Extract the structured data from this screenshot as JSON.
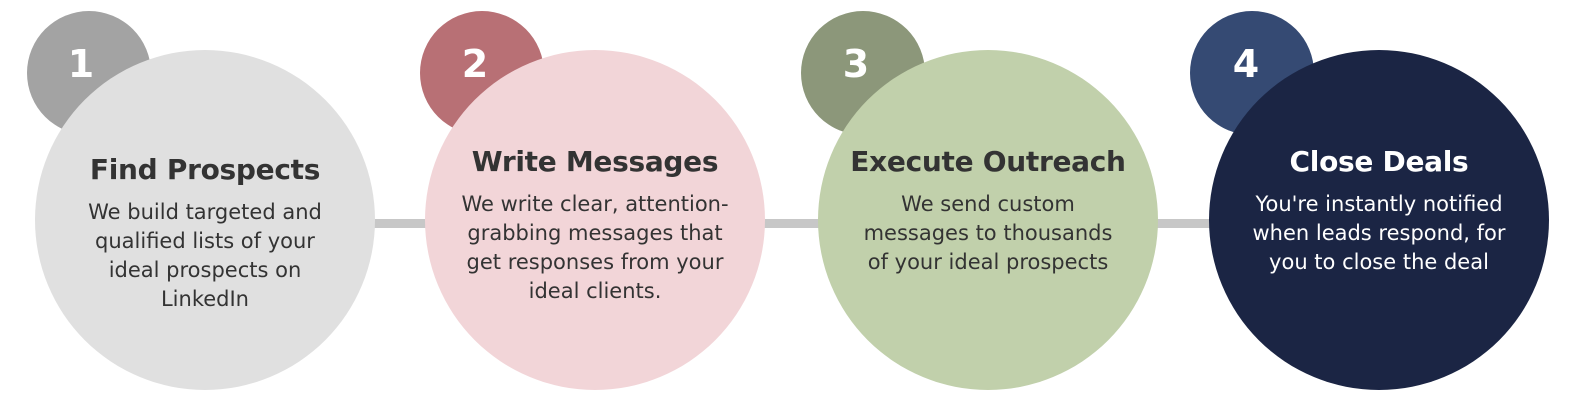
{
  "steps": [
    {
      "number": "1",
      "title": "Find Prospects",
      "lines": [
        "We build targeted and",
        "qualified lists of your",
        "ideal prospects on",
        "LinkedIn"
      ],
      "circle_color": "#e0e0e0",
      "badge_color": "#a3a3a3",
      "text_color": "#333333"
    },
    {
      "number": "2",
      "title": "Write Messages",
      "lines": [
        "We write clear, attention-",
        "grabbing messages that",
        "get responses from your",
        "ideal clients."
      ],
      "circle_color": "#f2d5d8",
      "badge_color": "#b87075",
      "text_color": "#333333"
    },
    {
      "number": "3",
      "title": "Execute Outreach",
      "lines": [
        "We send custom",
        "messages to thousands",
        "of your ideal prospects"
      ],
      "circle_color": "#c1d0ab",
      "badge_color": "#8c977a",
      "text_color": "#333333"
    },
    {
      "number": "4",
      "title": "Close Deals",
      "lines": [
        "You're instantly notified",
        "when leads respond, for",
        "you to close the deal"
      ],
      "circle_color": "#1b2544",
      "badge_color": "#354a73",
      "text_color": "#ffffff"
    }
  ],
  "connector_color": "#c7c7c7"
}
